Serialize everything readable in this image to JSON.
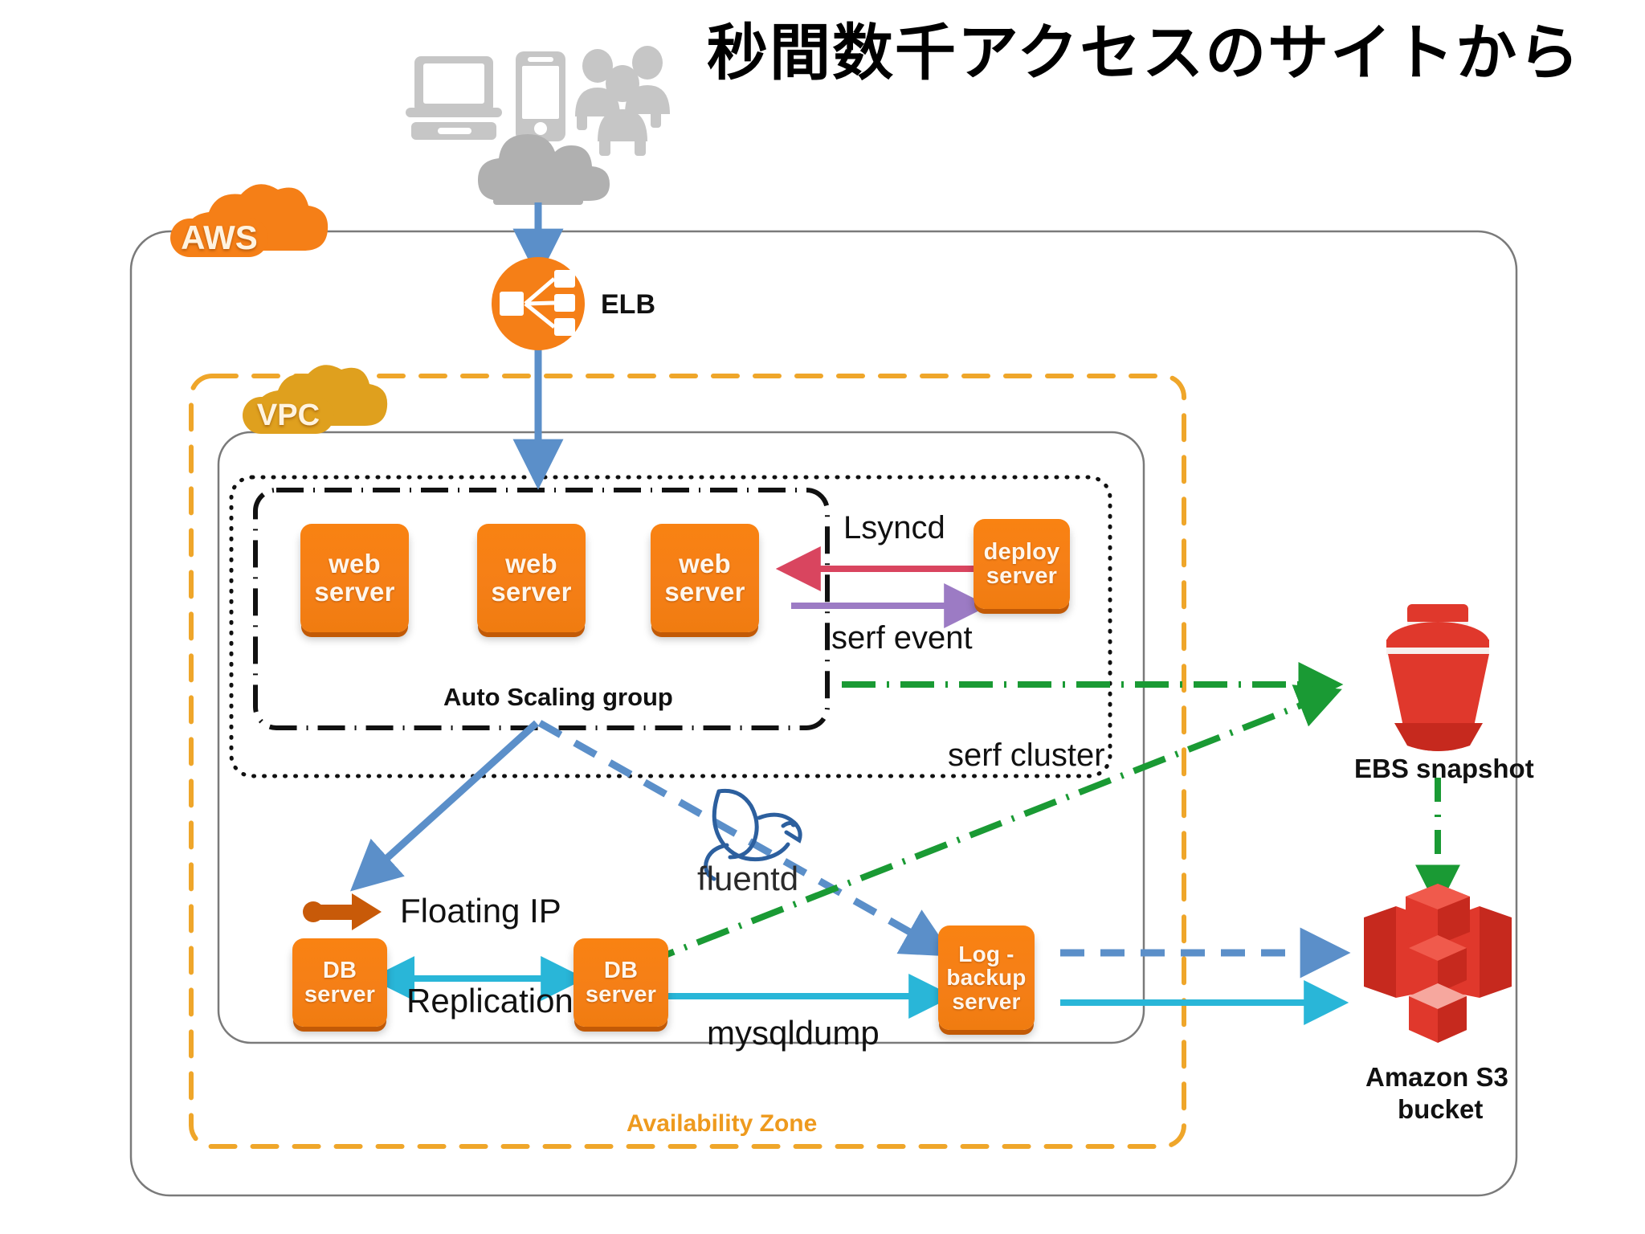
{
  "title": "秒間数千アクセスのサイトから",
  "palette": {
    "aws_orange": "#F57F17",
    "vpc_amber": "#DFA01E",
    "az_dash": "#EFA62A",
    "node_orange": "#F98212",
    "blue_arrow": "#5B8FC9",
    "cyan_arrow": "#29B6D8",
    "green_dashdot": "#1A9A34",
    "red_arrow": "#D9455F",
    "purple_arrow": "#9C7BC4",
    "grey_box": "#7A7A7A",
    "icon_red": "#E0382C",
    "client_grey": "#C6C6C6",
    "cloud_grey": "#B0B0B0",
    "fluentd_blue": "#2C5F9E"
  },
  "clients": [
    {
      "name": "desktop-computer-icon",
      "label": "desktop"
    },
    {
      "name": "mobile-phone-icon",
      "label": "mobile"
    },
    {
      "name": "users-group-icon",
      "label": "users"
    }
  ],
  "internet_cloud": {
    "name": "internet-cloud-icon",
    "label": "Internet"
  },
  "boundaries": {
    "aws": {
      "label": "AWS",
      "style": "solid-grey"
    },
    "vpc": {
      "label": "VPC",
      "style": "solid-grey"
    },
    "availability_zone": {
      "label": "Availability Zone",
      "style": "dashed-orange"
    },
    "serf_cluster": {
      "label": "serf cluster",
      "style": "dotted-black"
    },
    "auto_scaling_group": {
      "label": "Auto Scaling group",
      "style": "dashdot-black"
    }
  },
  "nodes": {
    "elb": {
      "label": "ELB",
      "icon": "elb-icon"
    },
    "web_servers": [
      {
        "line1": "web",
        "line2": "server"
      },
      {
        "line1": "web",
        "line2": "server"
      },
      {
        "line1": "web",
        "line2": "server"
      }
    ],
    "deploy_server": {
      "line1": "deploy",
      "line2": "server"
    },
    "db_servers": [
      {
        "line1": "DB",
        "line2": "server"
      },
      {
        "line1": "DB",
        "line2": "server"
      }
    ],
    "log_backup_server": {
      "line1": "Log -",
      "line2": "backup",
      "line3": "server"
    },
    "ebs_snapshot": {
      "label": "EBS snapshot",
      "icon": "ebs-snapshot-icon"
    },
    "s3_bucket": {
      "line1": "Amazon S3",
      "line2": "bucket",
      "icon": "s3-bucket-icon"
    },
    "fluentd": {
      "label": "fluentd",
      "icon": "fluentd-bird-icon"
    },
    "floating_ip": {
      "label": "Floating IP",
      "icon": "floating-ip-arrow-icon"
    }
  },
  "edges": [
    {
      "label": "Lsyncd",
      "color": "#D9455F",
      "style": "solid",
      "direction": "deploy-server -> web-server"
    },
    {
      "label": "serf event",
      "color": "#9C7BC4",
      "style": "solid",
      "direction": "web-server -> deploy-server"
    },
    {
      "label": "Replication",
      "color": "#29B6D8",
      "style": "solid",
      "direction": "db-server <-> db-server"
    },
    {
      "label": "mysqldump",
      "color": "#29B6D8",
      "style": "solid",
      "direction": "db-server -> log-backup-server"
    },
    {
      "label": "",
      "color": "#1A9A34",
      "style": "dash-dot",
      "direction": "auto-scaling-group -> ebs-snapshot"
    },
    {
      "label": "",
      "color": "#1A9A34",
      "style": "dash-dot",
      "direction": "db-server -> ebs-snapshot"
    },
    {
      "label": "",
      "color": "#1A9A34",
      "style": "dash-dot",
      "direction": "ebs-snapshot -> s3-bucket"
    },
    {
      "label": "",
      "color": "#5B8FC9",
      "style": "dashed",
      "direction": "web-servers -> log-backup-server"
    },
    {
      "label": "",
      "color": "#5B8FC9",
      "style": "dashed",
      "direction": "log-backup-server -> s3-bucket"
    },
    {
      "label": "",
      "color": "#29B6D8",
      "style": "solid",
      "direction": "log-backup-server -> s3-bucket"
    },
    {
      "label": "",
      "color": "#5B8FC9",
      "style": "solid",
      "direction": "internet -> elb"
    },
    {
      "label": "",
      "color": "#5B8FC9",
      "style": "solid",
      "direction": "elb -> auto-scaling-group"
    },
    {
      "label": "",
      "color": "#5B8FC9",
      "style": "solid",
      "direction": "web-servers -> floating-ip"
    }
  ]
}
